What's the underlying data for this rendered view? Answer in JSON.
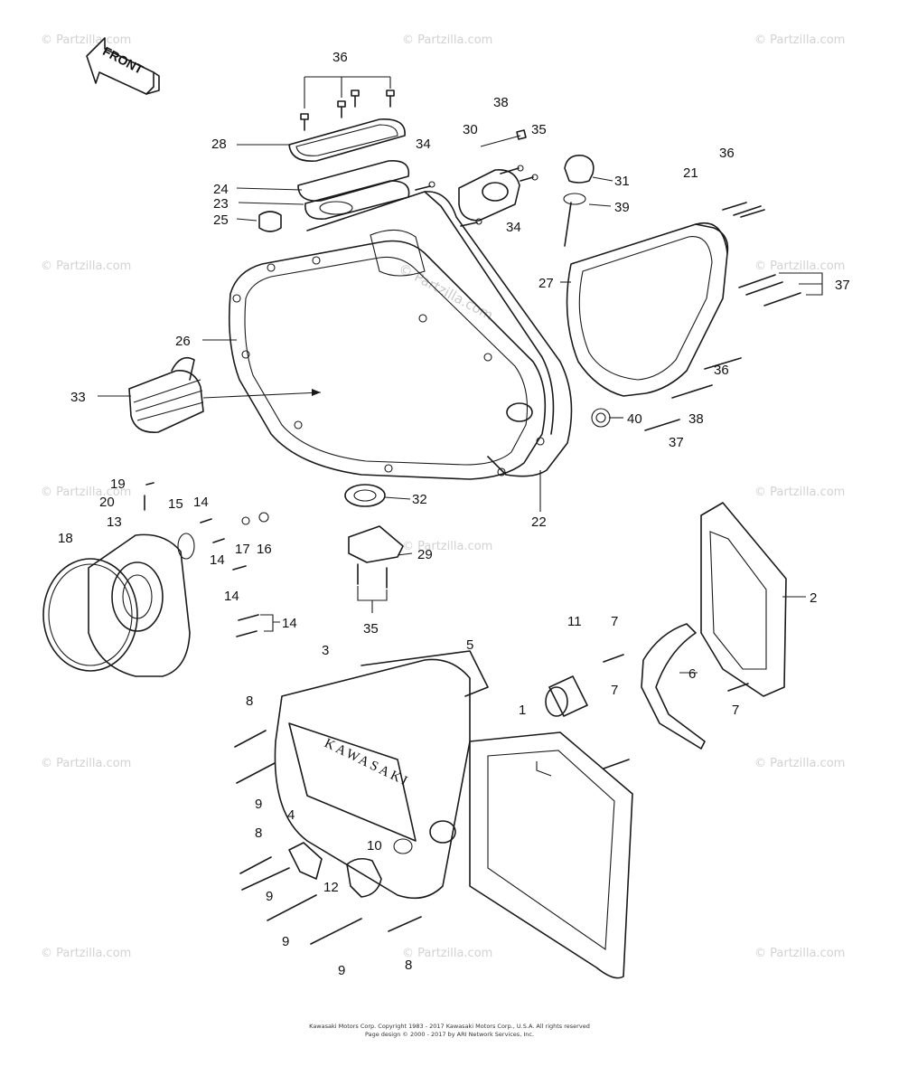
{
  "orientation_label": "FRONT",
  "cover_brand": "KAWASAKI",
  "watermark": {
    "text": "© Partzilla.com",
    "center_text": "© Partzilla.com"
  },
  "callouts": [
    {
      "id": "c1",
      "label": "36"
    },
    {
      "id": "c2",
      "label": "28"
    },
    {
      "id": "c3",
      "label": "24"
    },
    {
      "id": "c4",
      "label": "23"
    },
    {
      "id": "c5",
      "label": "25"
    },
    {
      "id": "c6",
      "label": "34"
    },
    {
      "id": "c7",
      "label": "38"
    },
    {
      "id": "c8",
      "label": "30"
    },
    {
      "id": "c9",
      "label": "35"
    },
    {
      "id": "c10",
      "label": "34"
    },
    {
      "id": "c11",
      "label": "31"
    },
    {
      "id": "c12",
      "label": "39"
    },
    {
      "id": "c13",
      "label": "36"
    },
    {
      "id": "c14",
      "label": "21"
    },
    {
      "id": "c15",
      "label": "27"
    },
    {
      "id": "c16",
      "label": "37"
    },
    {
      "id": "c17",
      "label": "26"
    },
    {
      "id": "c18",
      "label": "33"
    },
    {
      "id": "c19",
      "label": "36"
    },
    {
      "id": "c20",
      "label": "40"
    },
    {
      "id": "c21",
      "label": "38"
    },
    {
      "id": "c22",
      "label": "37"
    },
    {
      "id": "c23",
      "label": "19"
    },
    {
      "id": "c24",
      "label": "20"
    },
    {
      "id": "c25",
      "label": "15"
    },
    {
      "id": "c26",
      "label": "14"
    },
    {
      "id": "c27",
      "label": "13"
    },
    {
      "id": "c28",
      "label": "18"
    },
    {
      "id": "c29",
      "label": "17"
    },
    {
      "id": "c30",
      "label": "16"
    },
    {
      "id": "c31",
      "label": "14"
    },
    {
      "id": "c32",
      "label": "14"
    },
    {
      "id": "c33",
      "label": "14"
    },
    {
      "id": "c34",
      "label": "32"
    },
    {
      "id": "c35",
      "label": "22"
    },
    {
      "id": "c36",
      "label": "29"
    },
    {
      "id": "c37",
      "label": "35"
    },
    {
      "id": "c38",
      "label": "2"
    },
    {
      "id": "c39",
      "label": "11"
    },
    {
      "id": "c40",
      "label": "7"
    },
    {
      "id": "c41",
      "label": "3"
    },
    {
      "id": "c42",
      "label": "5"
    },
    {
      "id": "c43",
      "label": "6"
    },
    {
      "id": "c44",
      "label": "1"
    },
    {
      "id": "c45",
      "label": "7"
    },
    {
      "id": "c46",
      "label": "7"
    },
    {
      "id": "c47",
      "label": "8"
    },
    {
      "id": "c48",
      "label": "9"
    },
    {
      "id": "c49",
      "label": "4"
    },
    {
      "id": "c50",
      "label": "10"
    },
    {
      "id": "c51",
      "label": "8"
    },
    {
      "id": "c52",
      "label": "12"
    },
    {
      "id": "c53",
      "label": "9"
    },
    {
      "id": "c54",
      "label": "9"
    },
    {
      "id": "c55",
      "label": "9"
    },
    {
      "id": "c56",
      "label": "8"
    }
  ],
  "footer": {
    "line1": "Kawasaki Motors Corp. Copyright 1983 - 2017 Kawasaki Motors Corp., U.S.A. All rights reserved",
    "line2": "Page design © 2000 - 2017 by ARI Network Services, Inc."
  }
}
